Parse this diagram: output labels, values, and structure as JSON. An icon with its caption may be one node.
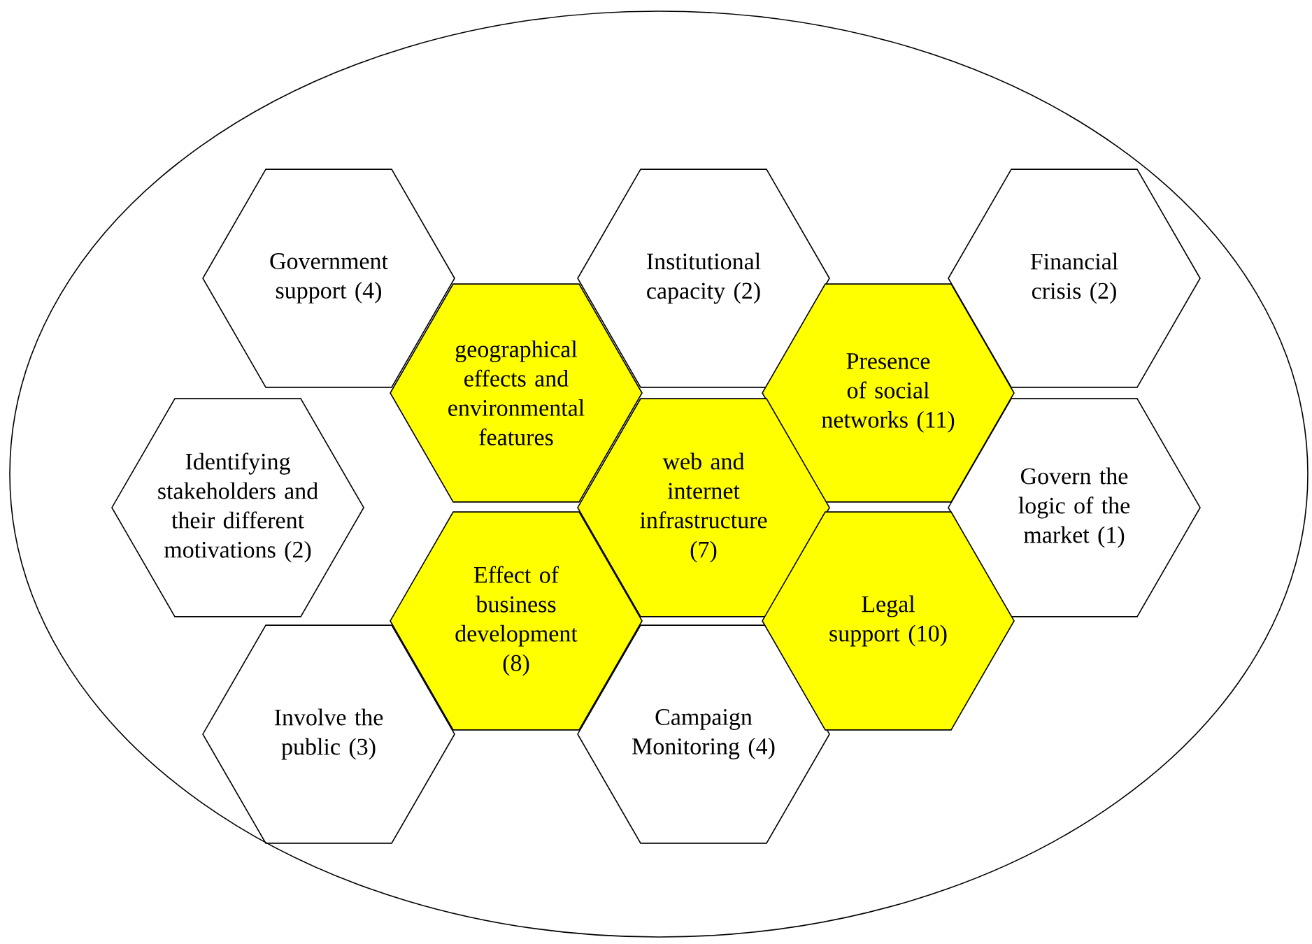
{
  "diagram": {
    "nodes": [
      {
        "text": [],
        "shape": "ellipse"
      },
      {
        "text": [
          "Government support (4)"
        ],
        "in": 0
      },
      {
        "text": [
          "Institutional capacity (2)"
        ],
        "in": 0
      },
      {
        "text": [
          "Financial crisis (2)"
        ],
        "in": 0
      },
      {
        "text": [
          "geographical effects and environmental features"
        ],
        "in": 0
      },
      {
        "text": [
          "Presence of social networks (11)"
        ],
        "in": 0
      },
      {
        "text": [
          "Identifying stakeholders and their different motivations (2)"
        ],
        "in": 0
      },
      {
        "text": [
          "web and internet infrastructure (7)"
        ],
        "in": 0
      },
      {
        "text": [
          "Govern the logic of the market (1)"
        ],
        "in": 0
      },
      {
        "text": [
          "Effect of business development (8)"
        ],
        "in": 0
      },
      {
        "text": [
          "Legal support (10)"
        ],
        "in": 0
      },
      {
        "text": [
          "Involve the public (3)"
        ],
        "in": 0
      },
      {
        "text": [
          "Campaign Monitoring (4)"
        ],
        "in": 0
      }
    ]
  }
}
